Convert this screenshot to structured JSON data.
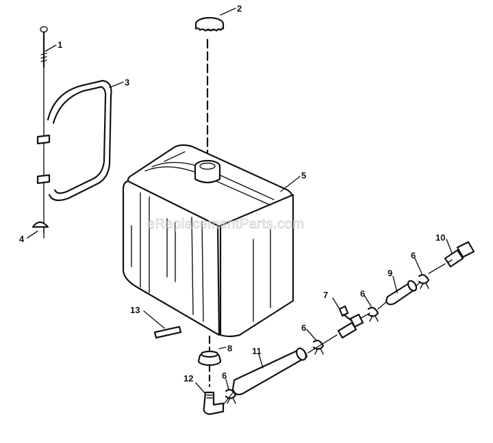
{
  "watermark": "eReplacementParts.com",
  "callouts": {
    "c1": "1",
    "c2": "2",
    "c3": "3",
    "c4": "4",
    "c5": "5",
    "c6a": "6",
    "c6b": "6",
    "c6c": "6",
    "c6d": "6",
    "c7": "7",
    "c8": "8",
    "c9": "9",
    "c10": "10",
    "c11": "11",
    "c12": "12",
    "c13": "13"
  }
}
